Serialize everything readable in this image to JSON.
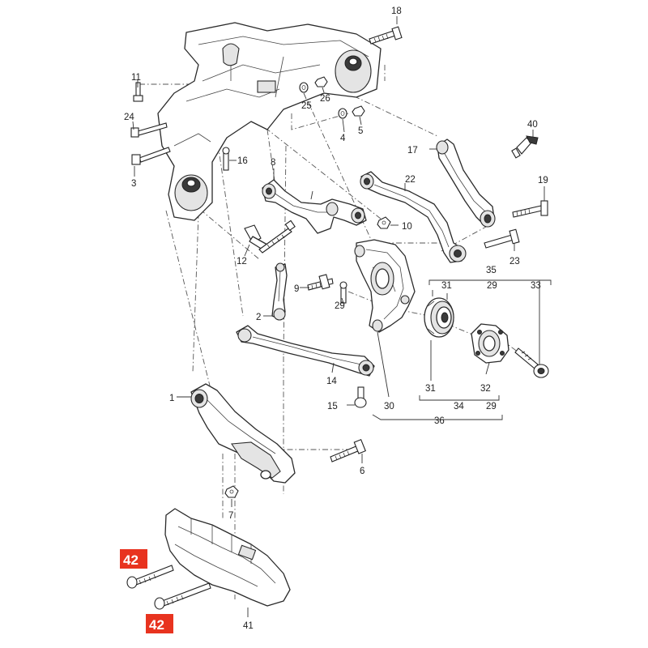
{
  "labels": {
    "l1": "1",
    "l2": "2",
    "l3": "3",
    "l4": "4",
    "l5": "5",
    "l6": "6",
    "l7": "7",
    "l8": "8",
    "l9": "9",
    "l10": "10",
    "l11": "11",
    "l12": "12",
    "l14": "14",
    "l15": "15",
    "l16": "16",
    "l17": "17",
    "l18": "18",
    "l19": "19",
    "l22": "22",
    "l23": "23",
    "l24": "24",
    "l25": "25",
    "l26": "26",
    "l29a": "29",
    "l29b": "29",
    "l29c": "29",
    "l30": "30",
    "l31a": "31",
    "l31b": "31",
    "l32": "32",
    "l33": "33",
    "l34": "34",
    "l35": "35",
    "l36": "36",
    "l40": "40",
    "l41": "41"
  },
  "callouts": {
    "c42a": "42",
    "c42b": "42"
  },
  "colors": {
    "callout_bg": "#e8331f",
    "line": "#2a2a2a",
    "background": "#ffffff"
  }
}
